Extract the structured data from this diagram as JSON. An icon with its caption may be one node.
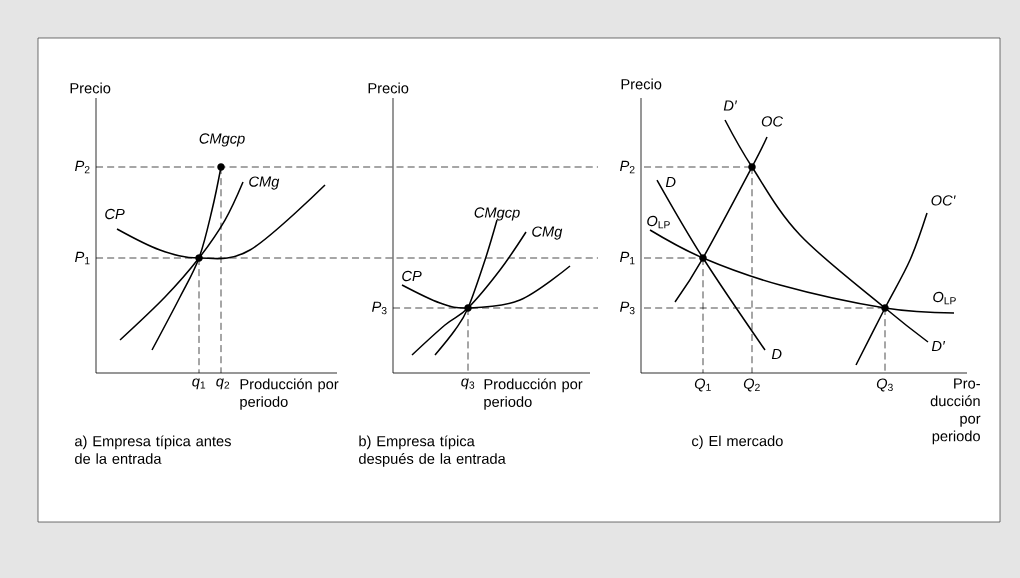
{
  "diagram": {
    "labels": [
      "Precio",
      "*P*$_{2}$",
      "*P*$_{1}$",
      "CMgcp",
      "CMg",
      "CP",
      "*q*$_{1}$",
      "*q*$_{2}$",
      "Producción por periodo",
      "Precio",
      "CMgcp",
      "CMg",
      "CP",
      "*P*$_{3}$",
      "*q*$_{3}$",
      "Producción por periodo",
      "Precio",
      "*P*$_{2}$",
      "*P*$_{1}$",
      "*P*$_{3}$",
      "D′",
      "OC",
      "D",
      "*O*$_{LP}$",
      "OC′",
      "*O*$_{LP}$",
      "D",
      "D′",
      "*Q*$_{1}$",
      "*Q*$_{2}$",
      "*Q*$_{3}$",
      "Pro- ducción por periodo",
      "a) Empresa típica antes de la entrada",
      "b) Empresa típica después de la entrada",
      "c) El mercado"
    ]
  }
}
